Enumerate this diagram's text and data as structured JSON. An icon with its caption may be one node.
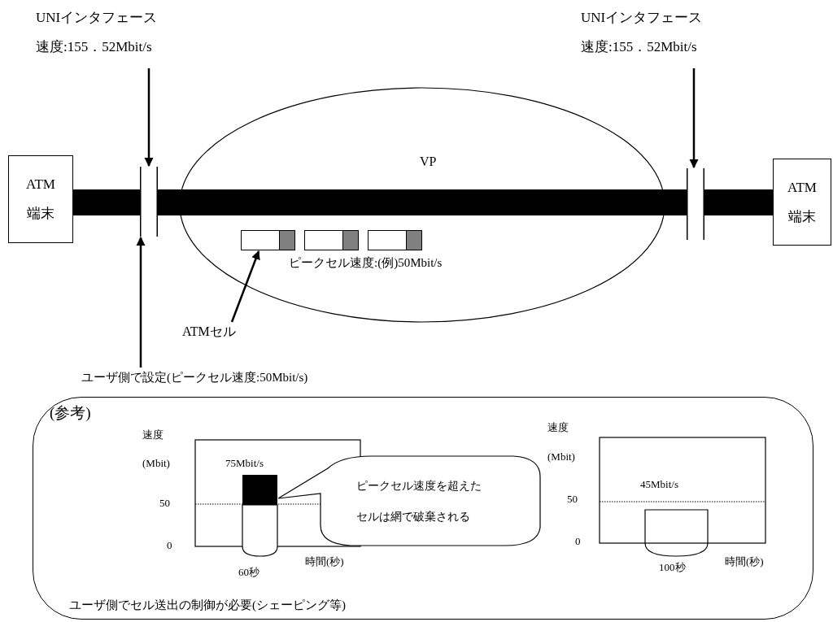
{
  "diagram": {
    "nodes": [
      {
        "text": [
          "ATM 端末"
        ]
      },
      {
        "text": [
          "ATM 端末"
        ]
      },
      {
        "text": [
          "VP"
        ]
      },
      {
        "text": [
          "UNIインタフェース",
          "速度:155．52Mbit/s"
        ]
      },
      {
        "text": [],
        "shape": "bar"
      },
      {
        "text": [
          "UNIインタフェース",
          "速度:155．52Mbit/s"
        ]
      },
      {
        "text": [],
        "shape": "bar"
      },
      {
        "text": [
          "ユーザ側で設定(ピークセル速度:50Mbit/s)"
        ]
      },
      {
        "text": [],
        "shape": "box",
        "in": 2
      },
      {
        "text": [],
        "shape": "box",
        "in": 2
      },
      {
        "text": [],
        "shape": "box",
        "in": 2
      },
      {
        "text": [
          "ATMセル"
        ]
      },
      {
        "text": [
          "(参考)",
          "ユーザ側でセル送出の制御が必要(シェーピング等)"
        ]
      },
      {
        "text": [
          "ピークセル速度を超えたセルは網で破棄される"
        ],
        "in": 12
      }
    ],
    "edges": [
      {
        "from": 3,
        "to": 4,
        "arrow": "to"
      },
      {
        "from": 5,
        "to": 6,
        "arrow": "to"
      },
      {
        "from": 7,
        "to": 4,
        "arrow": "to"
      },
      {
        "from": 11,
        "to": 8,
        "arrow": "to"
      },
      {
        "from": 0,
        "to": 4,
        "arrow": "none",
        "style": "thick"
      },
      {
        "from": 4,
        "to": 6,
        "arrow": "none",
        "style": "thick"
      },
      {
        "from": 6,
        "to": 1,
        "arrow": "none",
        "style": "thick"
      }
    ],
    "labels": [
      "ピークセル速度:(例)50Mbit/s",
      "速度",
      "(Mbit)",
      "75Mbit/s",
      "50",
      "0",
      "60秒",
      "時間(秒)",
      "速度",
      "(Mbit)",
      "45Mbit/s",
      "50",
      "0",
      "100秒",
      "時間(秒)"
    ]
  }
}
